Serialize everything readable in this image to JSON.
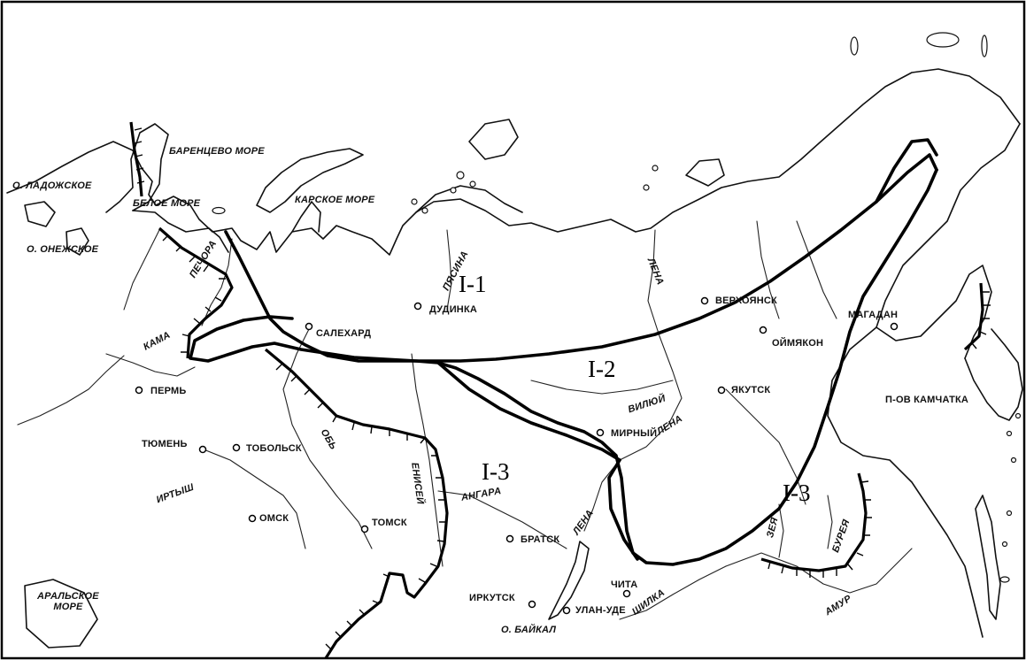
{
  "zones": {
    "i1": "I-1",
    "i2": "I-2",
    "i3_west": "I-3",
    "i3_east": "I-3"
  },
  "seas": {
    "barents": "БАРЕНЦЕВО МОРЕ",
    "white": "БЕЛОЕ МОРЕ",
    "kara": "КАРСКОЕ МОРЕ",
    "aral": "АРАЛЬСКОЕ МОРЕ",
    "aral_l1": "АРАЛЬСКОЕ",
    "aral_l2": "МОРЕ"
  },
  "lakes": {
    "ladoga": "О. ЛАДОЖСКОЕ",
    "onega": "О. ОНЕЖСКОЕ",
    "baikal": "О. БАЙКАЛ"
  },
  "peninsula": {
    "kamchatka": "П-ОВ КАМЧАТКА"
  },
  "rivers": {
    "pechora": "ПЕЧОРА",
    "kama": "КАМА",
    "irtysh": "ИРТЫШ",
    "ob": "ОБЬ",
    "yenisei": "ЕНИСЕЙ",
    "angara": "АНГАРА",
    "pyasina": "ПЯСИНА",
    "lena_north": "ЛЕНА",
    "lena_mid": "ЛЕНА",
    "lena_south": "ЛЕНА",
    "vilyuy": "ВИЛЮЙ",
    "shilka": "ШИЛКА",
    "zeya": "ЗЕЯ",
    "bureya": "БУРЕЯ",
    "amur": "АМУР"
  },
  "cities": {
    "salekhard": "САЛЕХАРД",
    "dudinka": "ДУДИНКА",
    "verkhoyansk": "ВЕРХОЯНСК",
    "oymyakon": "ОЙМЯКОН",
    "magadan": "МАГАДАН",
    "yakutsk": "ЯКУТСК",
    "mirny": "МИРНЫЙ",
    "perm": "ПЕРМЬ",
    "tyumen": "ТЮМЕНЬ",
    "tobolsk": "ТОБОЛЬСК",
    "omsk": "ОМСК",
    "tomsk": "ТОМСК",
    "bratsk": "БРАТСК",
    "irkutsk": "ИРКУТСК",
    "chita": "ЧИТА",
    "ulan_ude": "УЛАН-УДЕ"
  },
  "legend_symbols": {
    "zone_boundary": "thick solid line",
    "permafrost_limit": "hatched line"
  }
}
